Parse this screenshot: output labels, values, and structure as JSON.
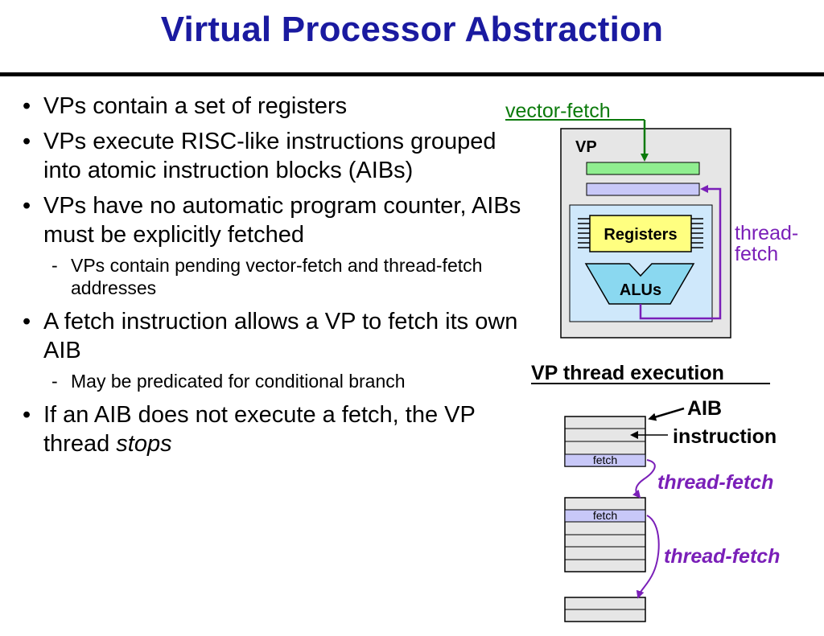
{
  "title": "Virtual Processor Abstraction",
  "bullets": {
    "b1": "VPs contain a set of registers",
    "b2": "VPs execute RISC-like instructions grouped into atomic instruction blocks (AIBs)",
    "b3": "VPs have no automatic program counter, AIBs must be explicitly fetched",
    "b3_sub": "VPs contain pending vector-fetch and thread-fetch addresses",
    "b4": "A fetch instruction allows a VP to fetch its own AIB",
    "b4_sub": "May be predicated for conditional branch",
    "b5_pre": "If an AIB does not execute a fetch, the VP thread ",
    "b5_em": "stops"
  },
  "vp_diagram": {
    "vector_fetch_label": "vector-fetch",
    "vp_label": "VP",
    "registers_label": "Registers",
    "alus_label": "ALUs",
    "thread_fetch_line1": "thread-",
    "thread_fetch_line2": "fetch"
  },
  "thread_diagram": {
    "heading": "VP thread execution",
    "aib_line1": "AIB",
    "aib_line2": "instruction",
    "fetch_label_1": "fetch",
    "fetch_label_2": "fetch",
    "thread_fetch_1": "thread-fetch",
    "thread_fetch_2": "thread-fetch"
  },
  "colors": {
    "title": "#1a1aa0",
    "vector_fetch": "#0b7a0b",
    "thread_fetch": "#7a1fb8",
    "vp_box": "#e6e6e6",
    "green_bar": "#90ee90",
    "lavender_bar": "#c8c8f8",
    "inner_box": "#cfe8fb",
    "registers": "#ffff80",
    "alus": "#8ad8f0",
    "aib_block": "#e6e6e6",
    "fetch_row": "#c8c8f8"
  }
}
